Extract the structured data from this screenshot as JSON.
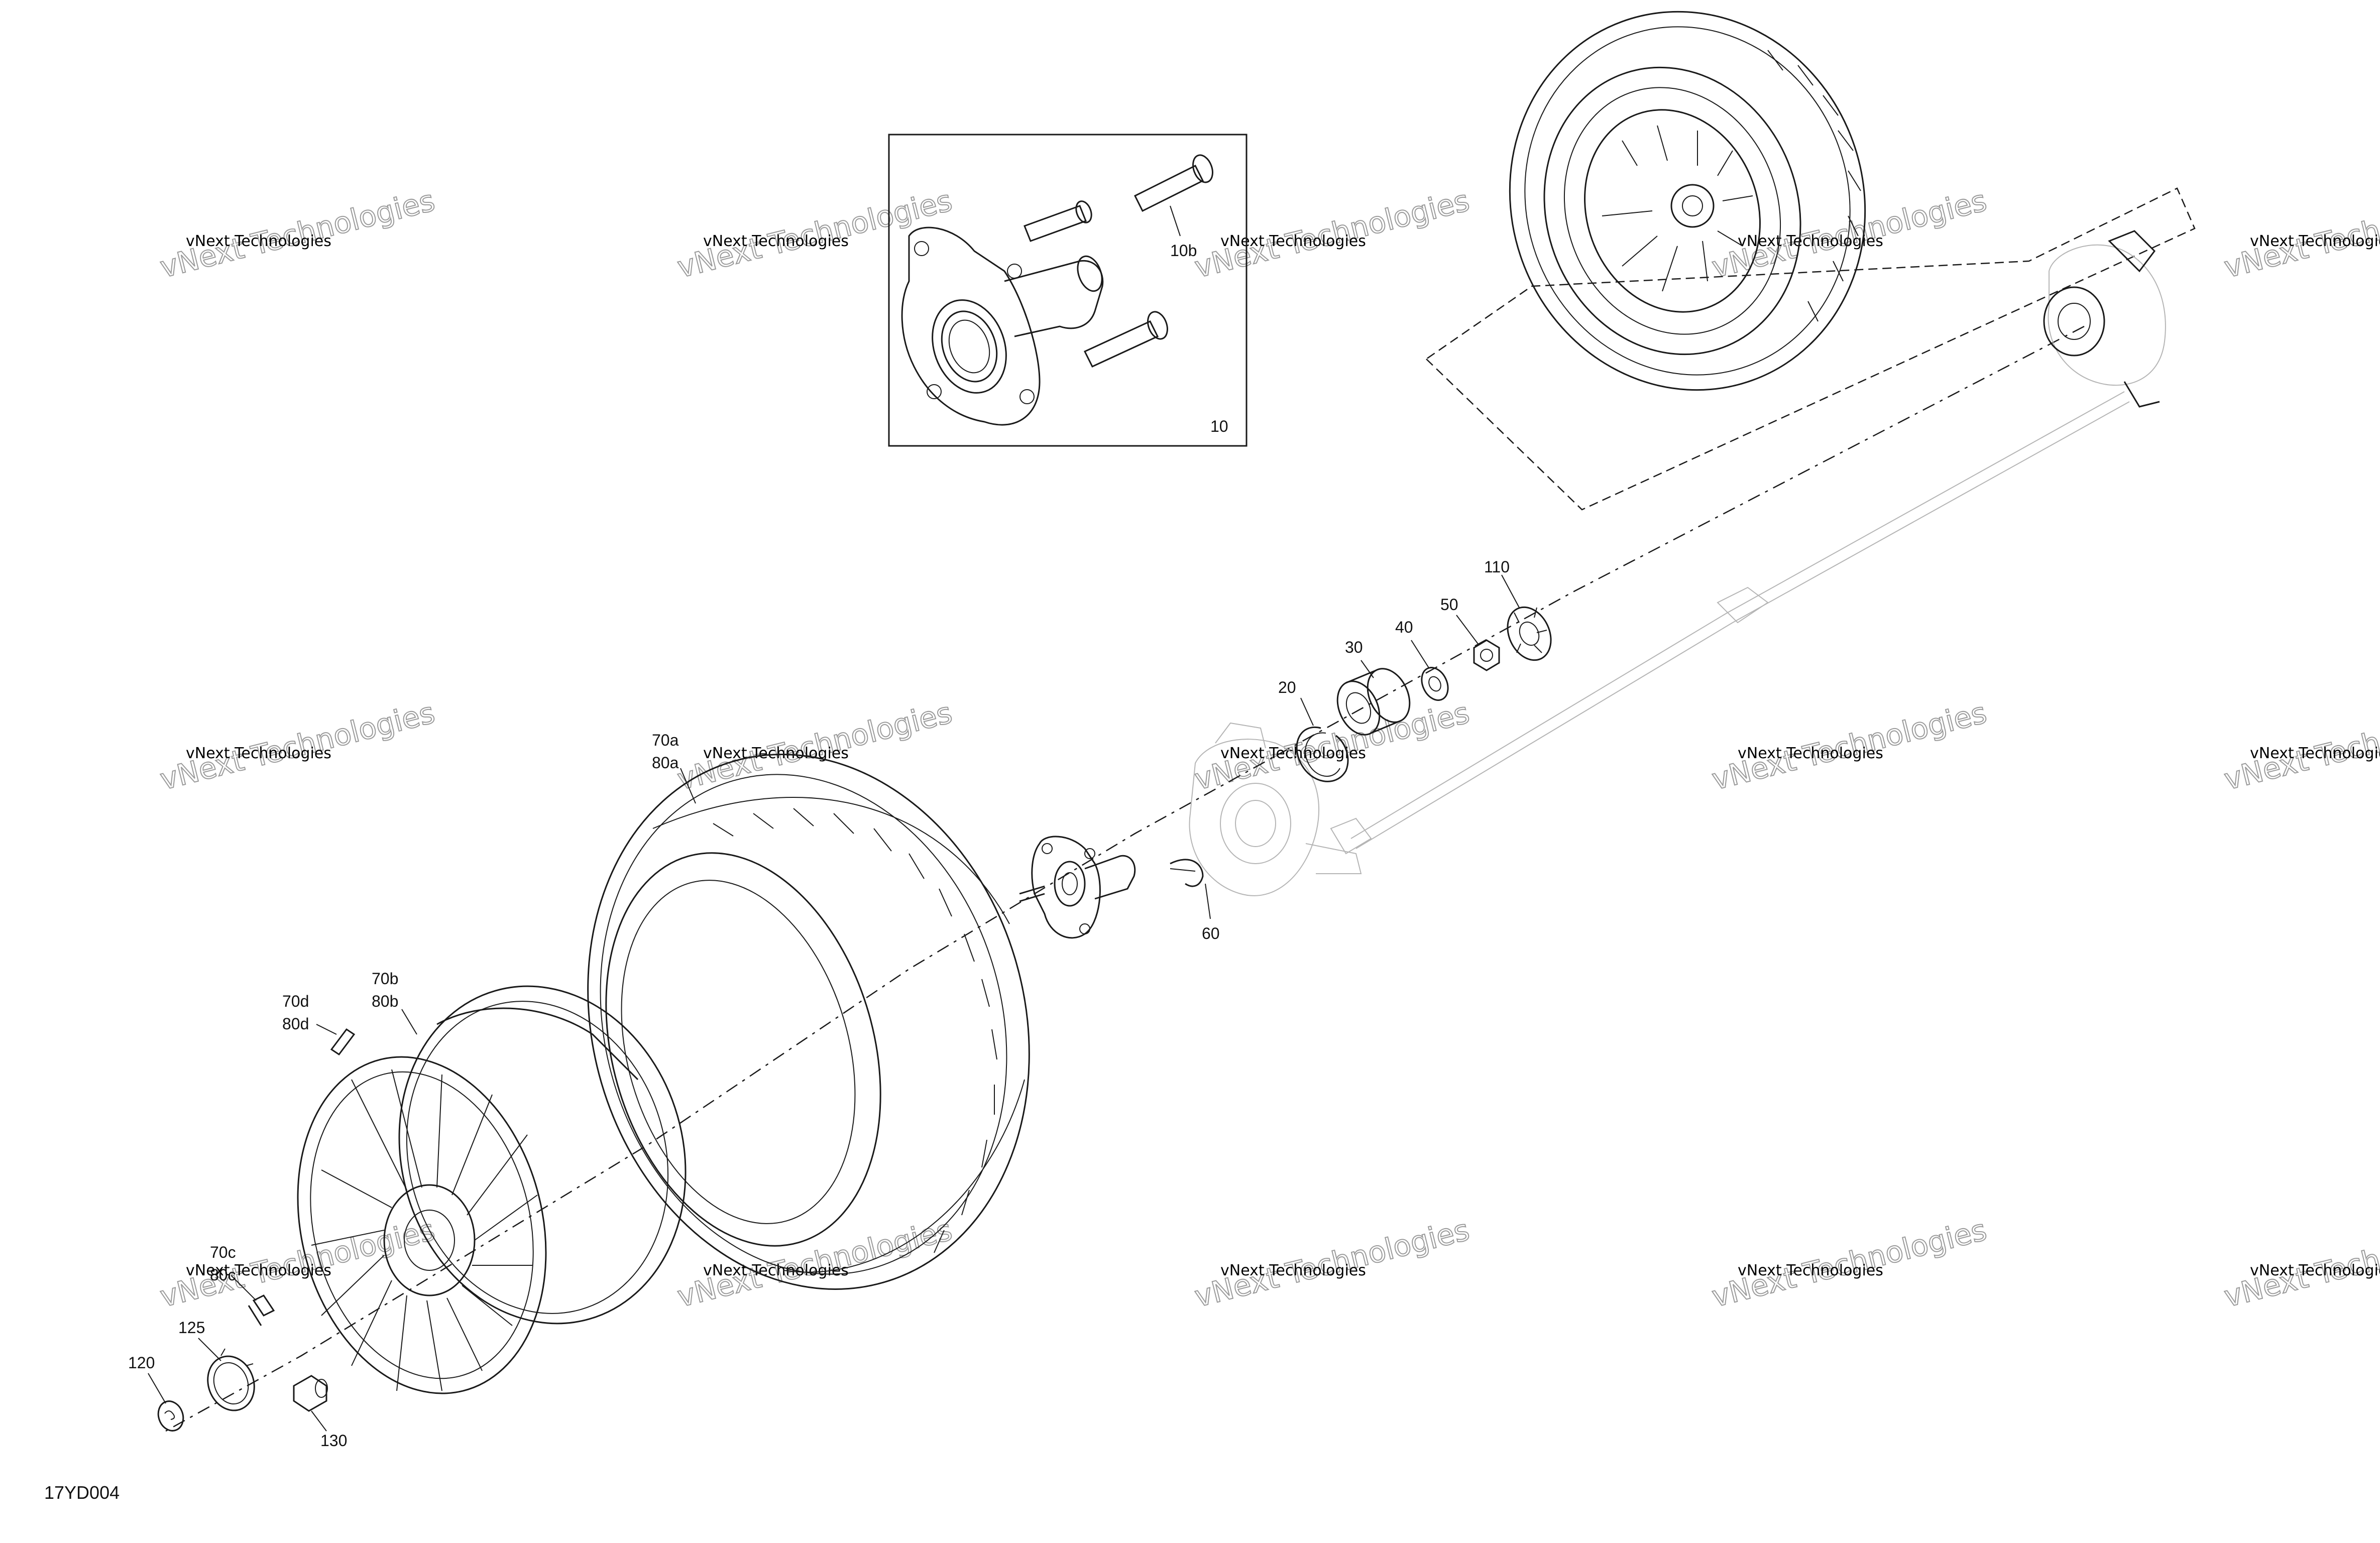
{
  "drawing_code": "17YD004",
  "watermark": {
    "top": "vNext Technologies",
    "big": "vNext Technologies"
  },
  "labels": {
    "l10": "10",
    "l10b": "10b",
    "l20": "20",
    "l30": "30",
    "l40": "40",
    "l50": "50",
    "l60": "60",
    "l110": "110",
    "l70a": "70a",
    "l80a": "80a",
    "l70b": "70b",
    "l80b": "80b",
    "l70d": "70d",
    "l80d": "80d",
    "l70c": "70c",
    "l80c": "80c",
    "l120": "120",
    "l125": "125",
    "l130": "130"
  }
}
